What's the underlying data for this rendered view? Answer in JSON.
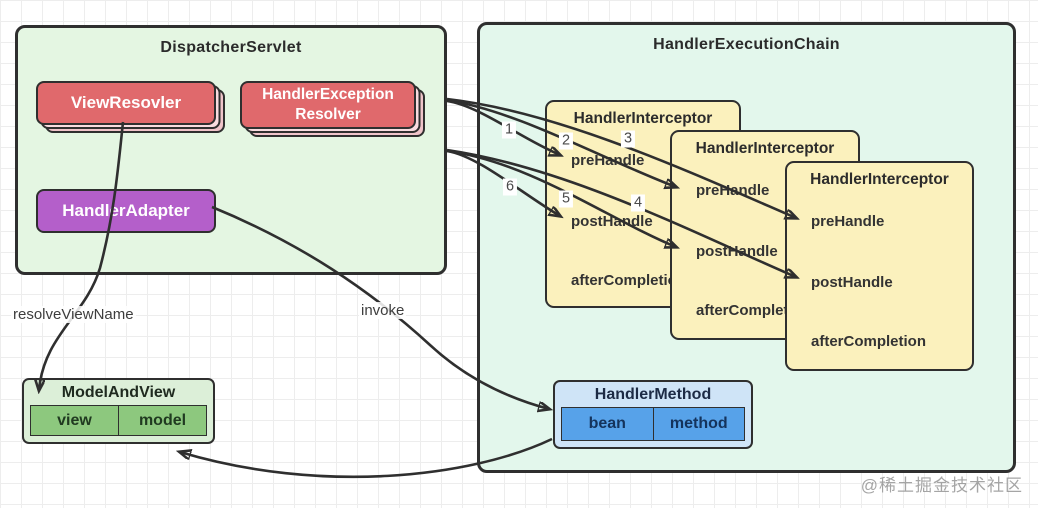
{
  "dispatcher": {
    "title": "DispatcherServlet",
    "view_resolver": "ViewResovler",
    "handler_exception_resolver_line1": "HandlerException",
    "handler_exception_resolver_line2": "Resolver",
    "handler_adapter": "HandlerAdapter"
  },
  "chain": {
    "title": "HandlerExecutionChain",
    "interceptors": [
      {
        "title": "HandlerInterceptor",
        "methods": [
          "preHandle",
          "postHandle",
          "afterCompletion"
        ]
      },
      {
        "title": "HandlerInterceptor",
        "methods": [
          "preHandle",
          "postHandle",
          "afterCompletion"
        ]
      },
      {
        "title": "HandlerInterceptor",
        "methods": [
          "preHandle",
          "postHandle",
          "afterCompletion"
        ]
      }
    ]
  },
  "handler_method": {
    "title": "HandlerMethod",
    "cells": [
      "bean",
      "method"
    ]
  },
  "model_and_view": {
    "title": "ModelAndView",
    "cells": [
      "view",
      "model"
    ]
  },
  "edge_labels": {
    "resolve_view_name": "resolveViewName",
    "invoke": "invoke"
  },
  "steps": [
    "1",
    "2",
    "3",
    "4",
    "5",
    "6"
  ],
  "watermark": "@稀土掘金技术社区",
  "colors": {
    "stroke": "#2f2f2f",
    "panel_green": "#e4f6e2",
    "panel_mint": "#e3f7ec",
    "box_red": "#e0696c",
    "box_red_stack_light": "#f9dce0",
    "box_red_stack_dark": "#f0c4ca",
    "box_purple": "#b45fca",
    "box_yellow": "#fbf1bd",
    "record_green": "#dcefd8",
    "cell_green": "#8dc87e",
    "record_blue": "#cfe4f7",
    "cell_blue": "#57a2e9",
    "text_white": "#ffffff",
    "text_dark": "#2b2b2b"
  }
}
